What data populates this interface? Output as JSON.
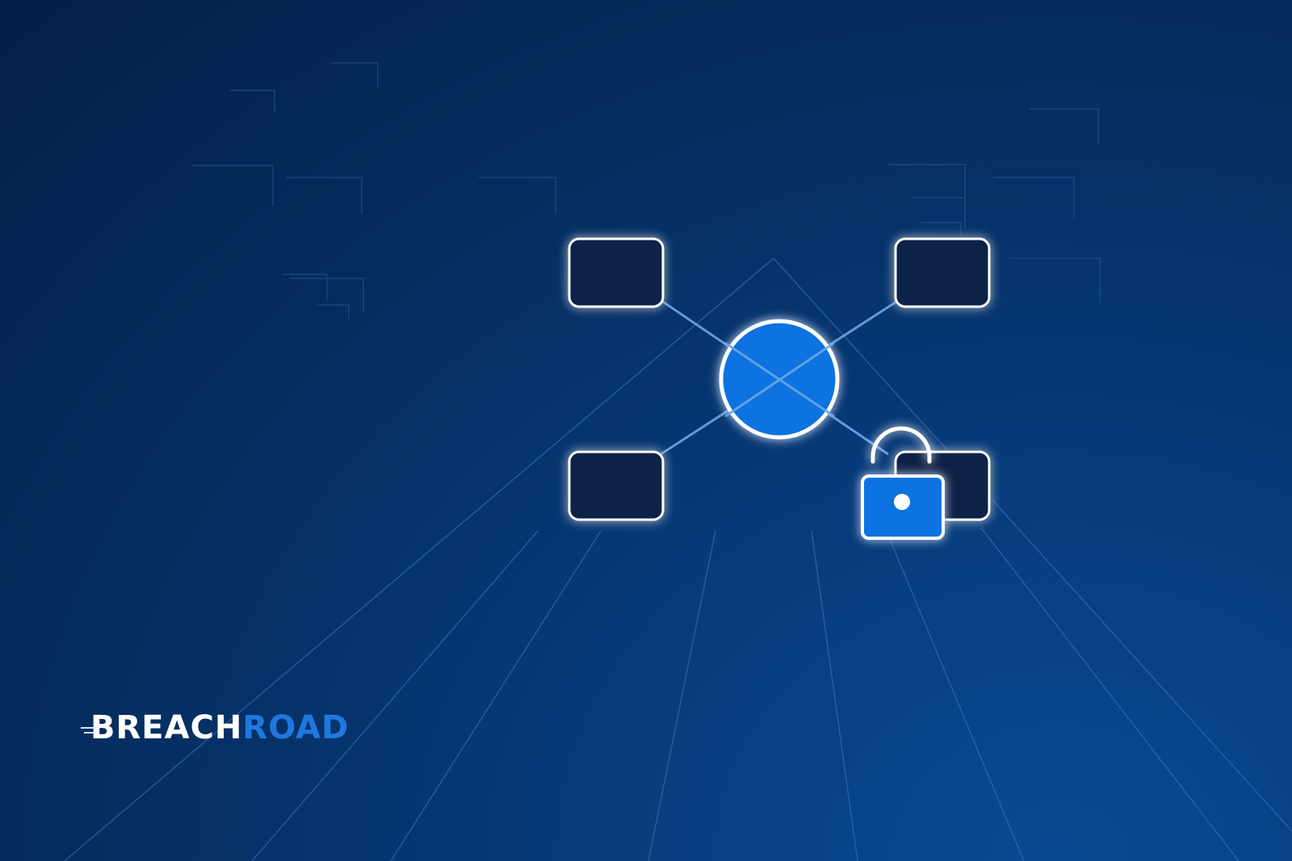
{
  "brand": {
    "name_part1": "BREACH",
    "name_part2": "ROAD"
  },
  "colors": {
    "background_dark": "#03204a",
    "background_light": "#0a4a92",
    "node_fill": "#0d2447",
    "hub_fill": "#0f73e0",
    "lock_fill": "#0f73e0",
    "accent": "#1f78e0",
    "line": "#6aa6e6",
    "outline": "#ffffff"
  },
  "diagram": {
    "hub": {
      "icon": "circle-hub"
    },
    "nodes": [
      {
        "id": "node-top-left"
      },
      {
        "id": "node-top-right"
      },
      {
        "id": "node-bottom-left"
      },
      {
        "id": "node-bottom-right"
      }
    ],
    "lock": {
      "icon": "unlocked-padlock-icon",
      "state": "unlocked"
    }
  }
}
